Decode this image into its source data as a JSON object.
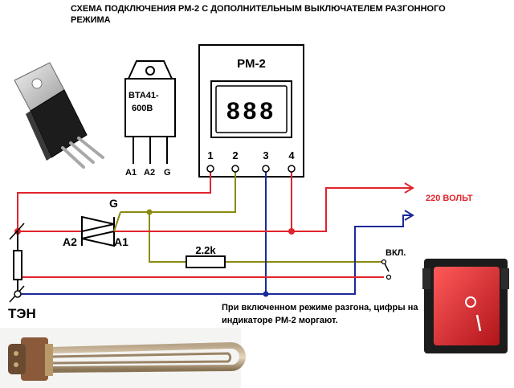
{
  "title_line1": "СХЕМА ПОДКЛЮЧЕНИЯ РМ-2 С ДОПОЛНИТЕЛЬНЫМ ВЫКЛЮЧАТЕЛЕМ РАЗГОННОГО",
  "title_line2": "РЕЖИМА",
  "triac": {
    "part_line1": "BTA41-",
    "part_line2": "600B",
    "pin_a1": "A1",
    "pin_a2": "A2",
    "pin_g": "G"
  },
  "controller": {
    "name": "РМ-2",
    "display": "888",
    "terminals": [
      "1",
      "2",
      "3",
      "4"
    ]
  },
  "schematic": {
    "gate_label": "G",
    "a2_label": "A2",
    "a1_label": "A1",
    "resistor_value": "2.2k",
    "heater_label": "ТЭН",
    "switch_label": "ВКЛ.",
    "supply_label": "220 ВОЛЬТ"
  },
  "note_line1": "При включенном режиме разгона, цифры на",
  "note_line2": "индикаторе РМ-2 моргают.",
  "colors": {
    "red_wire": "#e0242c",
    "blue_wire": "#1a2a9a",
    "olive_wire": "#8a8a10",
    "supply_text": "#e0242c",
    "switch_body": "#d81e24"
  }
}
